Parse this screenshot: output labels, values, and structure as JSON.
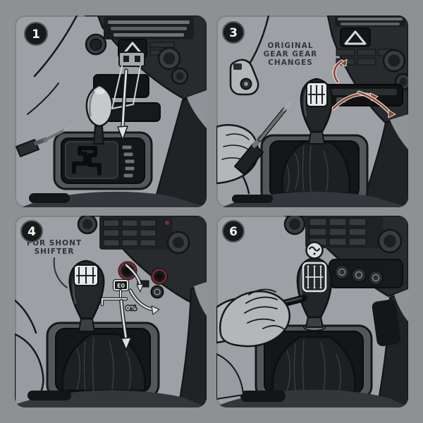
{
  "figure_type": "car-gear-shifter-installation-steps",
  "step_numbers": [
    "1",
    "3",
    "4",
    "6"
  ],
  "panels": [
    {
      "number": "1"
    },
    {
      "number": "3",
      "label_lines": [
        "ORIGINAL",
        "GEAR GEAR",
        "CHANGES"
      ]
    },
    {
      "number": "4",
      "label_lines": [
        "FOR SHONT",
        "SHIFTER"
      ],
      "callouts": {
        "box_tag": "E0",
        "percent_tag": "0%"
      }
    },
    {
      "number": "6"
    }
  ],
  "colors": {
    "page_bg": "#8e9093",
    "panel_bg": "#9da0a4",
    "ink": "#17191b",
    "dash_dark": "#282b2e",
    "arrow_red": "#8a4438",
    "knob_ring_red": "#6e2a2e",
    "arrow_white": "#dcdddd",
    "badge_bg": "#17191b",
    "badge_text": "#f3f4f4"
  }
}
